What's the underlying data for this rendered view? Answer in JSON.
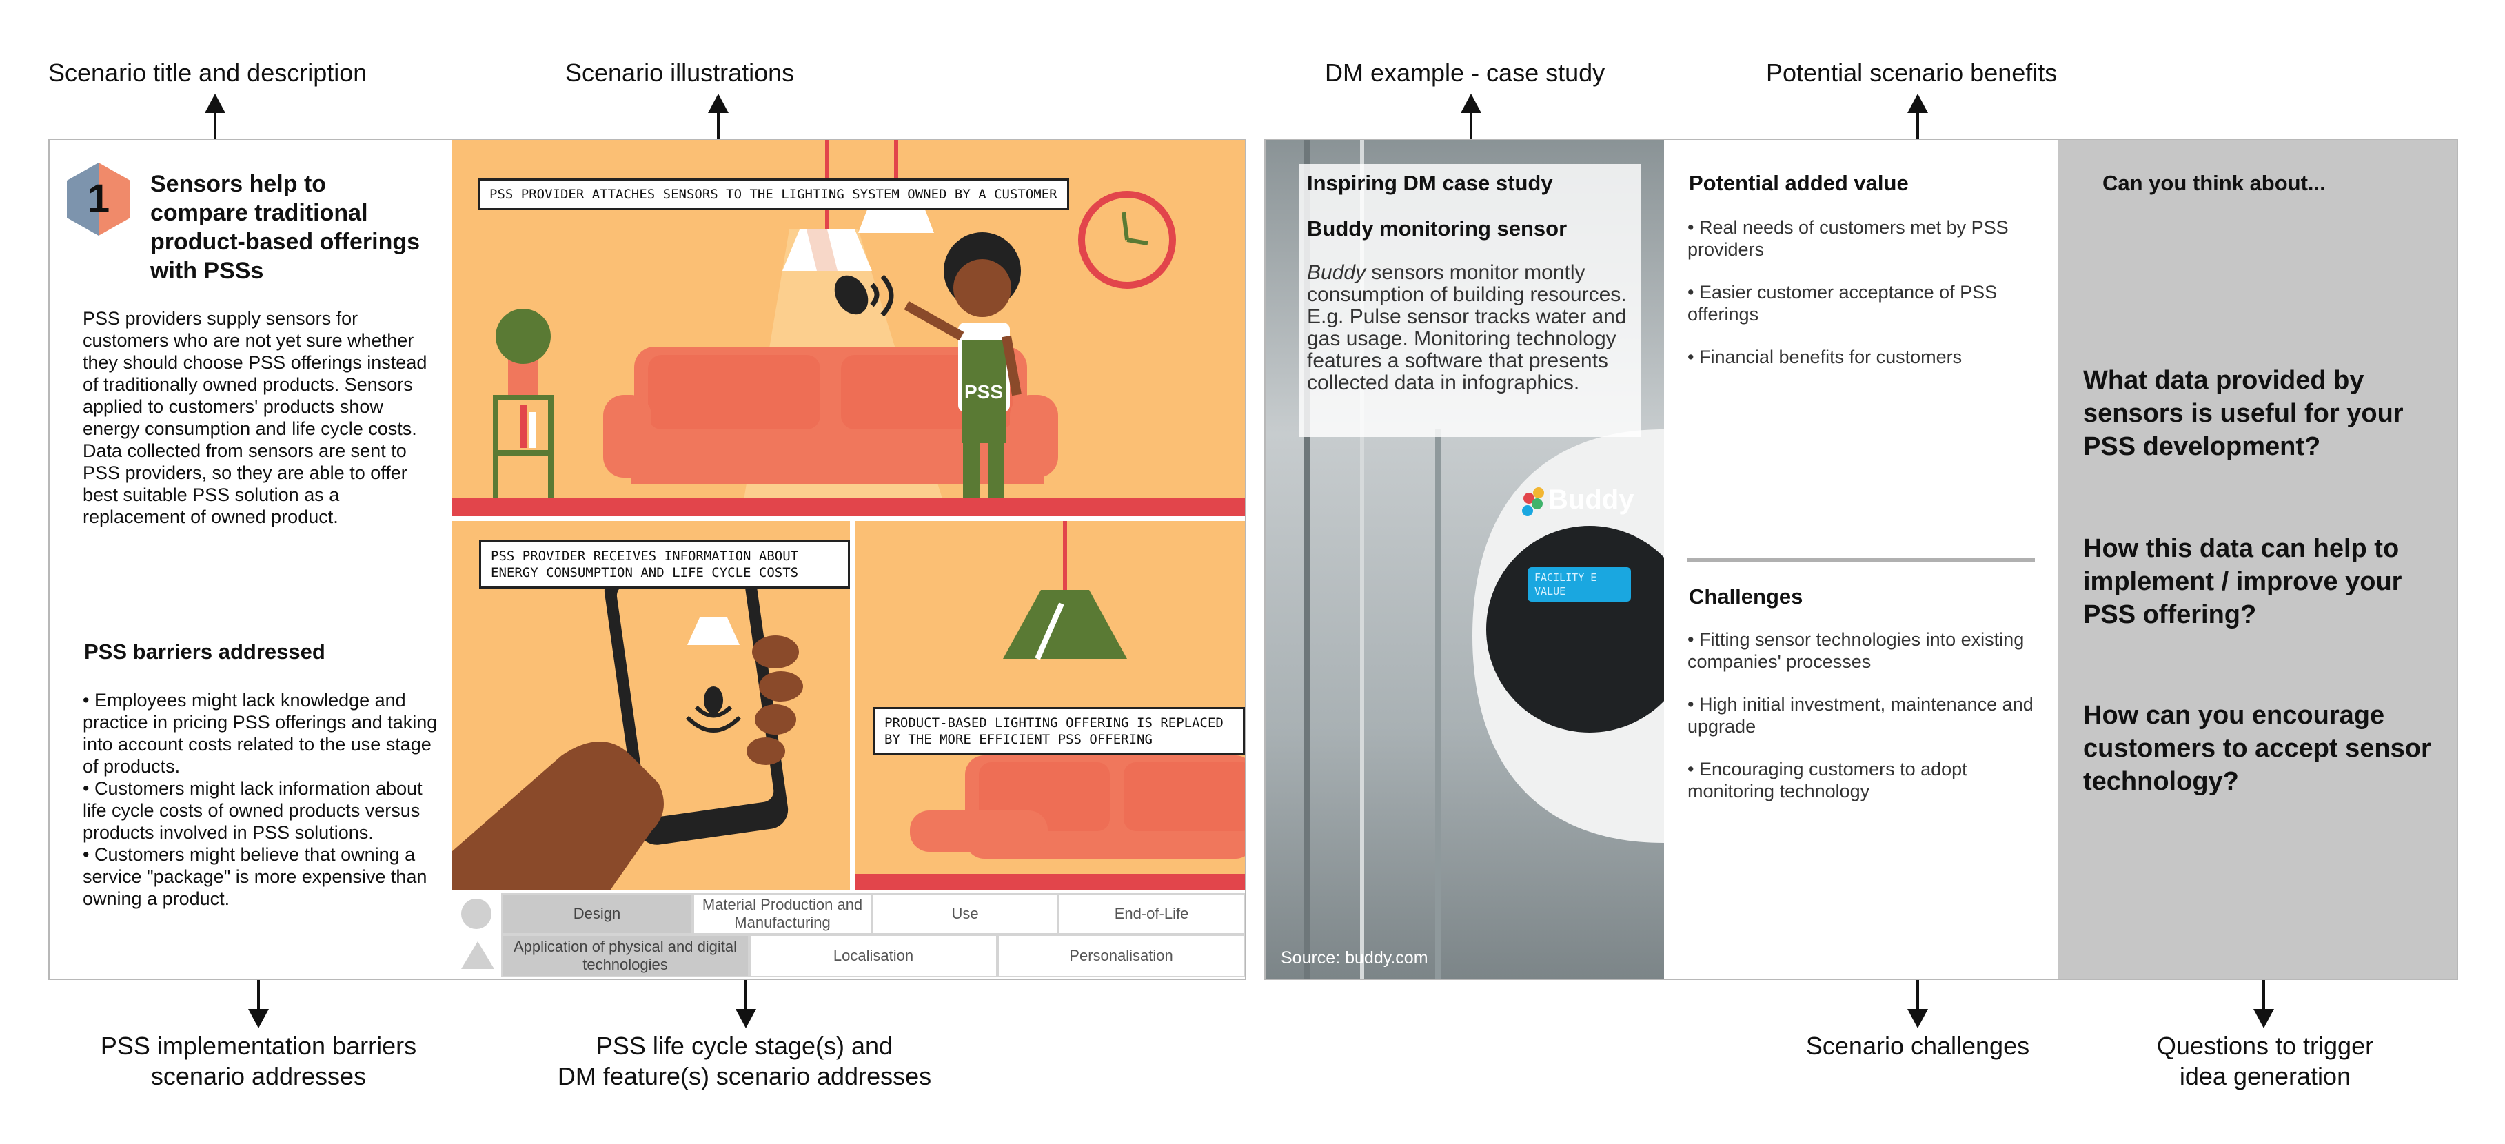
{
  "annotations": {
    "top": {
      "title_desc": "Scenario title and description",
      "illustrations": "Scenario illustrations",
      "dm_example": "DM example - case study",
      "benefits": "Potential scenario benefits"
    },
    "bottom": {
      "barriers_line1": "PSS implementation barriers",
      "barriers_line2": "scenario addresses",
      "lifecycle_line1": "PSS life cycle stage(s) and",
      "lifecycle_line2": "DM feature(s) scenario addresses",
      "challenges": "Scenario challenges",
      "questions_line1": "Questions to trigger",
      "questions_line2": "idea generation"
    }
  },
  "scenario": {
    "number": "1",
    "title": "Sensors help to compare traditional product-based offerings with PSSs",
    "description": "PSS providers supply sensors for customers who are not yet sure whether they should choose PSS offerings instead of traditionally owned products. Sensors applied to customers' products show energy consumption and life cycle costs. Data collected from sensors are sent to PSS providers, so they are able to offer best suitable PSS solution as a replacement of owned product.",
    "badge_colors": {
      "left": "#7d94ad",
      "right": "#f08a6a"
    }
  },
  "barriers": {
    "heading": "PSS barriers addressed",
    "items": [
      "• Employees might lack knowledge and practice in pricing PSS offerings and taking into account costs related to the use stage of products.",
      "• Customers might lack information about life cycle costs of owned products versus products involved in PSS solutions.",
      "• Customers might believe that owning a service \"package\" is more expensive than owning a product."
    ]
  },
  "illustrations": {
    "caption1": "PSS provider attaches sensors to the lighting system owned by a customer",
    "caption2": "PSS provider receives information about energy consumption and life cycle costs",
    "caption3": "Product-based lighting offering is replaced by the more efficient PSS offering",
    "overall_text": "PSS",
    "colors": {
      "background": "#fbbf74",
      "sofa": "#f0775c",
      "red": "#e2454b",
      "green": "#5a7a34"
    }
  },
  "lifecycle": {
    "row1": [
      "Design",
      "Material Production and Manufacturing",
      "Use",
      "End-of-Life"
    ],
    "row2": [
      "Application of physical and digital technologies",
      "Localisation",
      "Personalisation"
    ],
    "highlight_color": "#c9c9c9"
  },
  "case_study": {
    "label": "Inspiring DM case study",
    "title": "Buddy monitoring sensor",
    "brand": "Buddy",
    "desc_rest": " sensors monitor montly consumption of building resources. E.g. Pulse sensor tracks water and gas usage. Monitoring technology features a software that presents collected data in infographics.",
    "device_logo": "Buddy",
    "device_screen": "FACILITY E\nVALUE",
    "source": "Source: buddy.com"
  },
  "benefits": {
    "heading": "Potential added value",
    "items": [
      "• Real needs of customers met by PSS providers",
      "• Easier customer acceptance of PSS offerings",
      "• Financial benefits for customers"
    ]
  },
  "challenges": {
    "heading": "Challenges",
    "items": [
      "• Fitting sensor technologies into existing companies' processes",
      "• High initial investment, maintenance and upgrade",
      "• Encouraging customers to adopt monitoring technology"
    ]
  },
  "questions": {
    "heading": "Can you think about...",
    "items": [
      "What data provided by sensors is useful for your PSS development?",
      "How this data can help to implement / improve your PSS offering?",
      "How can you encourage customers to accept sensor technology?"
    ]
  }
}
